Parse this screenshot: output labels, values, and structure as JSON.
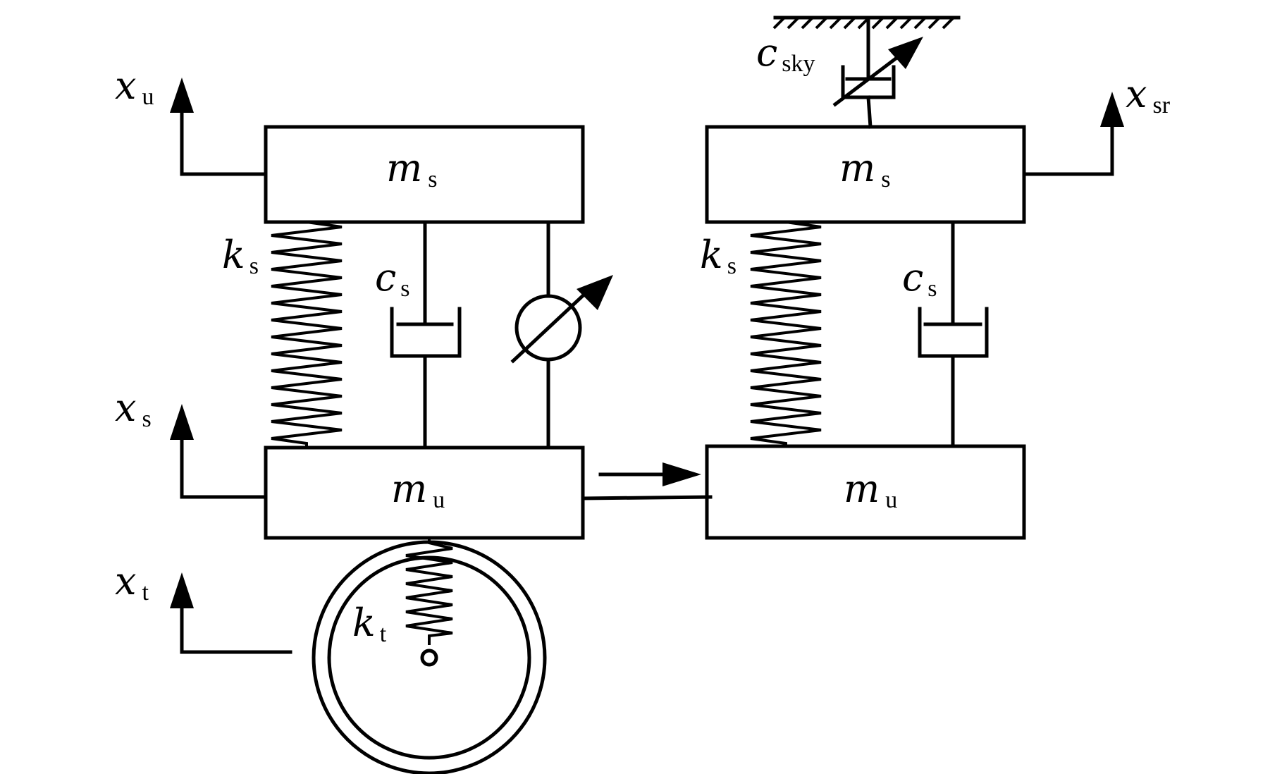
{
  "left": {
    "sprung_mass": {
      "sym": "m",
      "sub": "s"
    },
    "unsprung_mass": {
      "sym": "m",
      "sub": "u"
    },
    "spring": {
      "sym": "k",
      "sub": "s"
    },
    "damper": {
      "sym": "c",
      "sub": "s"
    },
    "tire_spring": {
      "sym": "k",
      "sub": "t"
    },
    "disp_top": {
      "sym": "x",
      "sub": "u"
    },
    "disp_mid": {
      "sym": "x",
      "sub": "s"
    },
    "disp_bottom": {
      "sym": "x",
      "sub": "t"
    }
  },
  "right": {
    "sprung_mass": {
      "sym": "m",
      "sub": "s"
    },
    "unsprung_mass": {
      "sym": "m",
      "sub": "u"
    },
    "spring": {
      "sym": "k",
      "sub": "s"
    },
    "damper": {
      "sym": "c",
      "sub": "s"
    },
    "skyhook": {
      "sym": "c",
      "sub": "sky"
    },
    "disp_ref": {
      "sym": "x",
      "sub": "sr"
    }
  }
}
